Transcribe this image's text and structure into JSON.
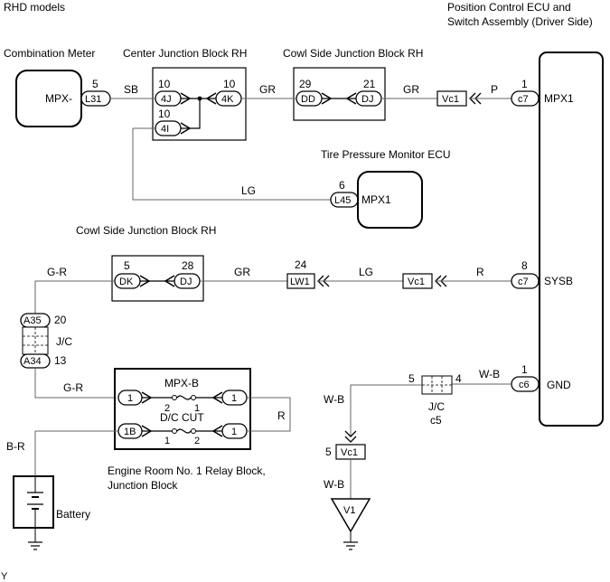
{
  "header": {
    "models": "RHD models",
    "corner_mark": "Y"
  },
  "components": {
    "combination_meter": {
      "title": "Combination Meter",
      "pin_label": "MPX-"
    },
    "center_jb_rh": {
      "title": "Center Junction Block RH"
    },
    "cowl_jb_rh_top": {
      "title": "Cowl Side Junction Block RH"
    },
    "cowl_jb_rh_bottom": {
      "title": "Cowl Side Junction Block RH"
    },
    "tire_pressure_ecu": {
      "title": "Tire Pressure Monitor ECU",
      "pin_label": "MPX1"
    },
    "position_control_ecu": {
      "title_line1": "Position Control ECU and",
      "title_line2": "Switch Assembly (Driver Side)",
      "pins": {
        "mpx1": "MPX1",
        "sysb": "SYSB",
        "gnd": "GND"
      }
    },
    "engine_room_relay": {
      "title_line1": "Engine Room No. 1 Relay Block,",
      "title_line2": "Junction Block",
      "fuse1": {
        "name": "MPX-B",
        "pin_left": "2",
        "pin_right": "1"
      },
      "fuse2": {
        "name": "D/C CUT",
        "pin_left": "1",
        "pin_right": "2"
      }
    },
    "battery": {
      "label": "Battery"
    },
    "jc_left": {
      "label": "J/C"
    },
    "jc_right": {
      "label_line1": "J/C",
      "label_line2": "c5"
    }
  },
  "connectors": {
    "L31": {
      "code": "L31",
      "pin": "5"
    },
    "4J": {
      "code": "4J",
      "pin": "10"
    },
    "4K": {
      "code": "4K",
      "pin": "10"
    },
    "4I": {
      "code": "4I",
      "pin": "10"
    },
    "DD": {
      "code": "DD",
      "pin": "29"
    },
    "DJ_top": {
      "code": "DJ",
      "pin": "21"
    },
    "Vc1_top": {
      "code": "Vc1"
    },
    "c7_top": {
      "code": "c7",
      "pin": "1"
    },
    "L45": {
      "code": "L45",
      "pin": "6"
    },
    "DK": {
      "code": "DK",
      "pin": "5"
    },
    "DJ_bottom": {
      "code": "DJ",
      "pin": "28"
    },
    "LW1": {
      "code": "LW1",
      "pin": "24"
    },
    "Vc1_mid": {
      "code": "Vc1"
    },
    "c7_mid": {
      "code": "c7",
      "pin": "8"
    },
    "A35": {
      "code": "A35",
      "pin": "20"
    },
    "A34": {
      "code": "A34",
      "pin": "13"
    },
    "relay_1_top_left": {
      "code": "1"
    },
    "relay_1_top_right": {
      "code": "1"
    },
    "relay_1B": {
      "code": "1B"
    },
    "relay_1_bottom_right": {
      "code": "1"
    },
    "c6": {
      "code": "c6",
      "pin": "1"
    },
    "jc_c5_left_pin": {
      "pin": "5"
    },
    "jc_c5_right_pin": {
      "pin": "4"
    },
    "Vc1_bottom": {
      "code": "Vc1",
      "pin": "5"
    },
    "V1": {
      "code": "V1"
    }
  },
  "wires": {
    "sb": "SB",
    "gr_1": "GR",
    "gr_2": "GR",
    "p": "P",
    "lg_tpms": "LG",
    "g_r_1": "G-R",
    "gr_3": "GR",
    "lg_2": "LG",
    "r_1": "R",
    "g_r_2": "G-R",
    "r_relay": "R",
    "b_r": "B-R",
    "w_b_1": "W-B",
    "w_b_2": "W-B",
    "w_b_3": "W-B"
  }
}
